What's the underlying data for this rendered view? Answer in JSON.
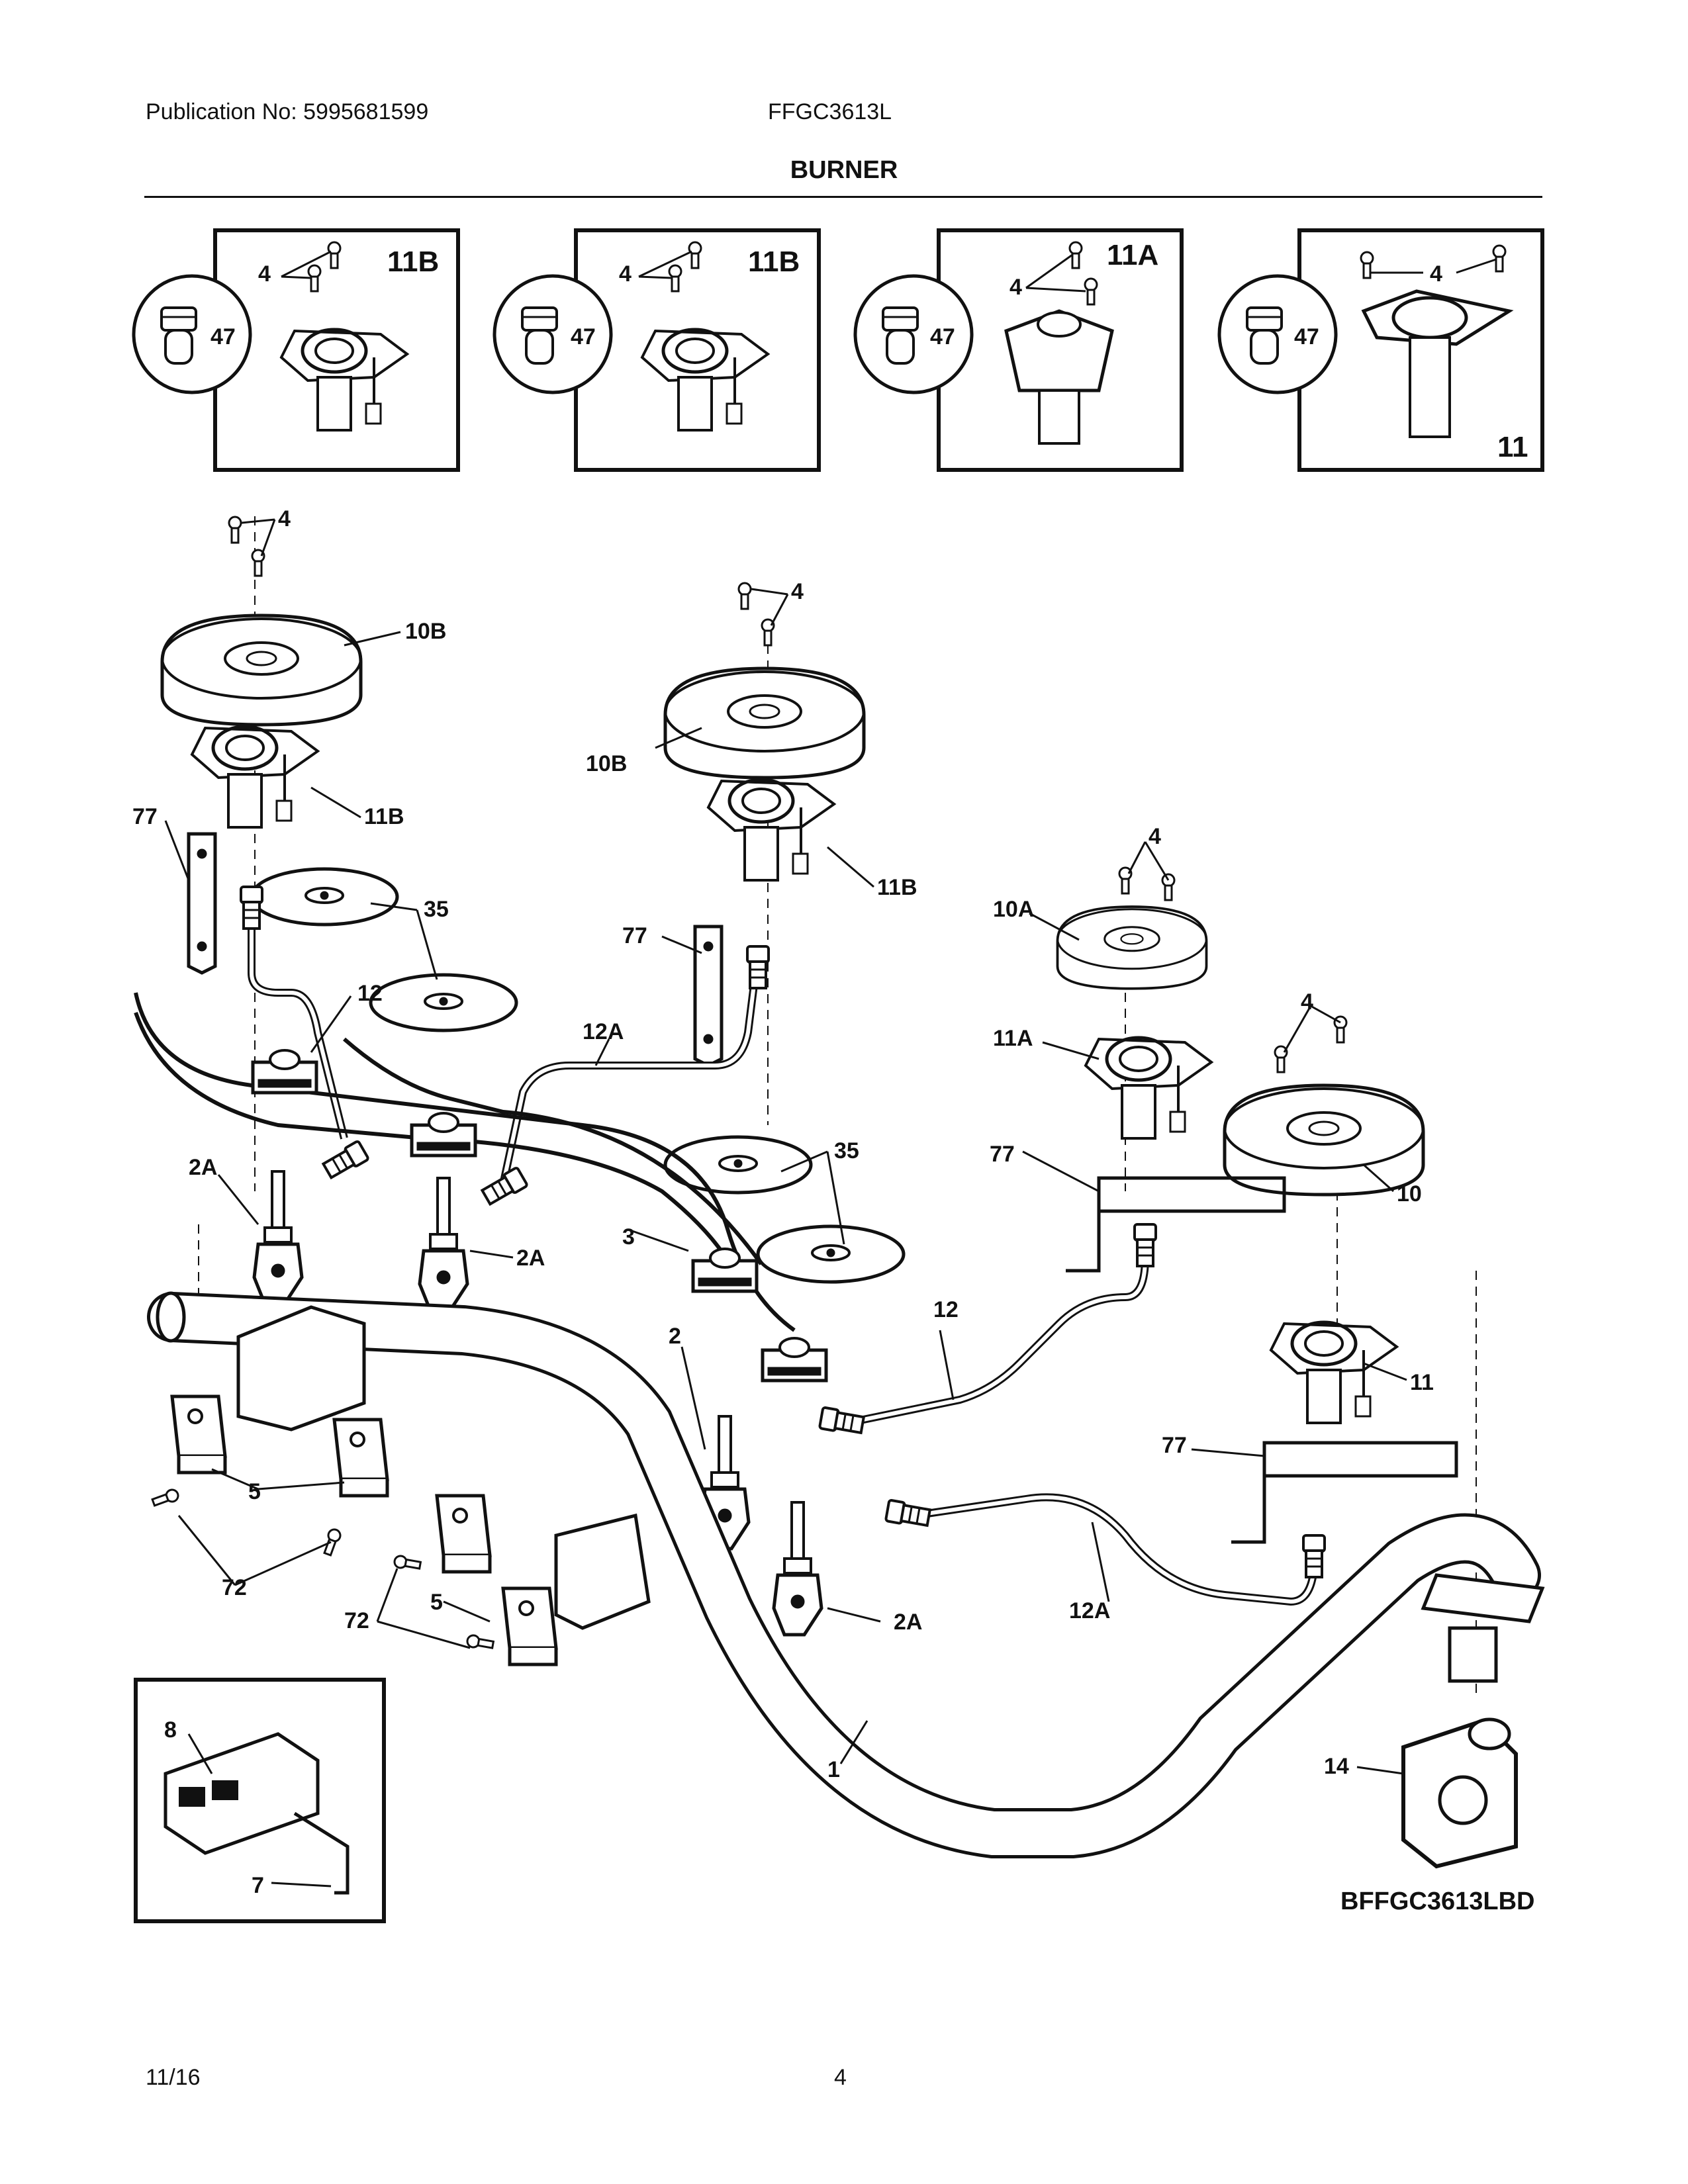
{
  "header": {
    "publication": "Publication No: 5995681599",
    "model": "FFGC3613L",
    "section_title": "BURNER"
  },
  "diagram": {
    "code": "BFFGC3613LBD",
    "callouts": {
      "c1": "1",
      "c2": "2",
      "c2a": "2A",
      "c3": "3",
      "c4": "4",
      "c5": "5",
      "c7": "7",
      "c8": "8",
      "c10": "10",
      "c10a": "10A",
      "c10b": "10B",
      "c11": "11",
      "c11a": "11A",
      "c11b": "11B",
      "c12": "12",
      "c12a": "12A",
      "c14": "14",
      "c35": "35",
      "c47": "47",
      "c72": "72",
      "c77": "77"
    }
  },
  "footer": {
    "date": "11/16",
    "page": "4"
  }
}
